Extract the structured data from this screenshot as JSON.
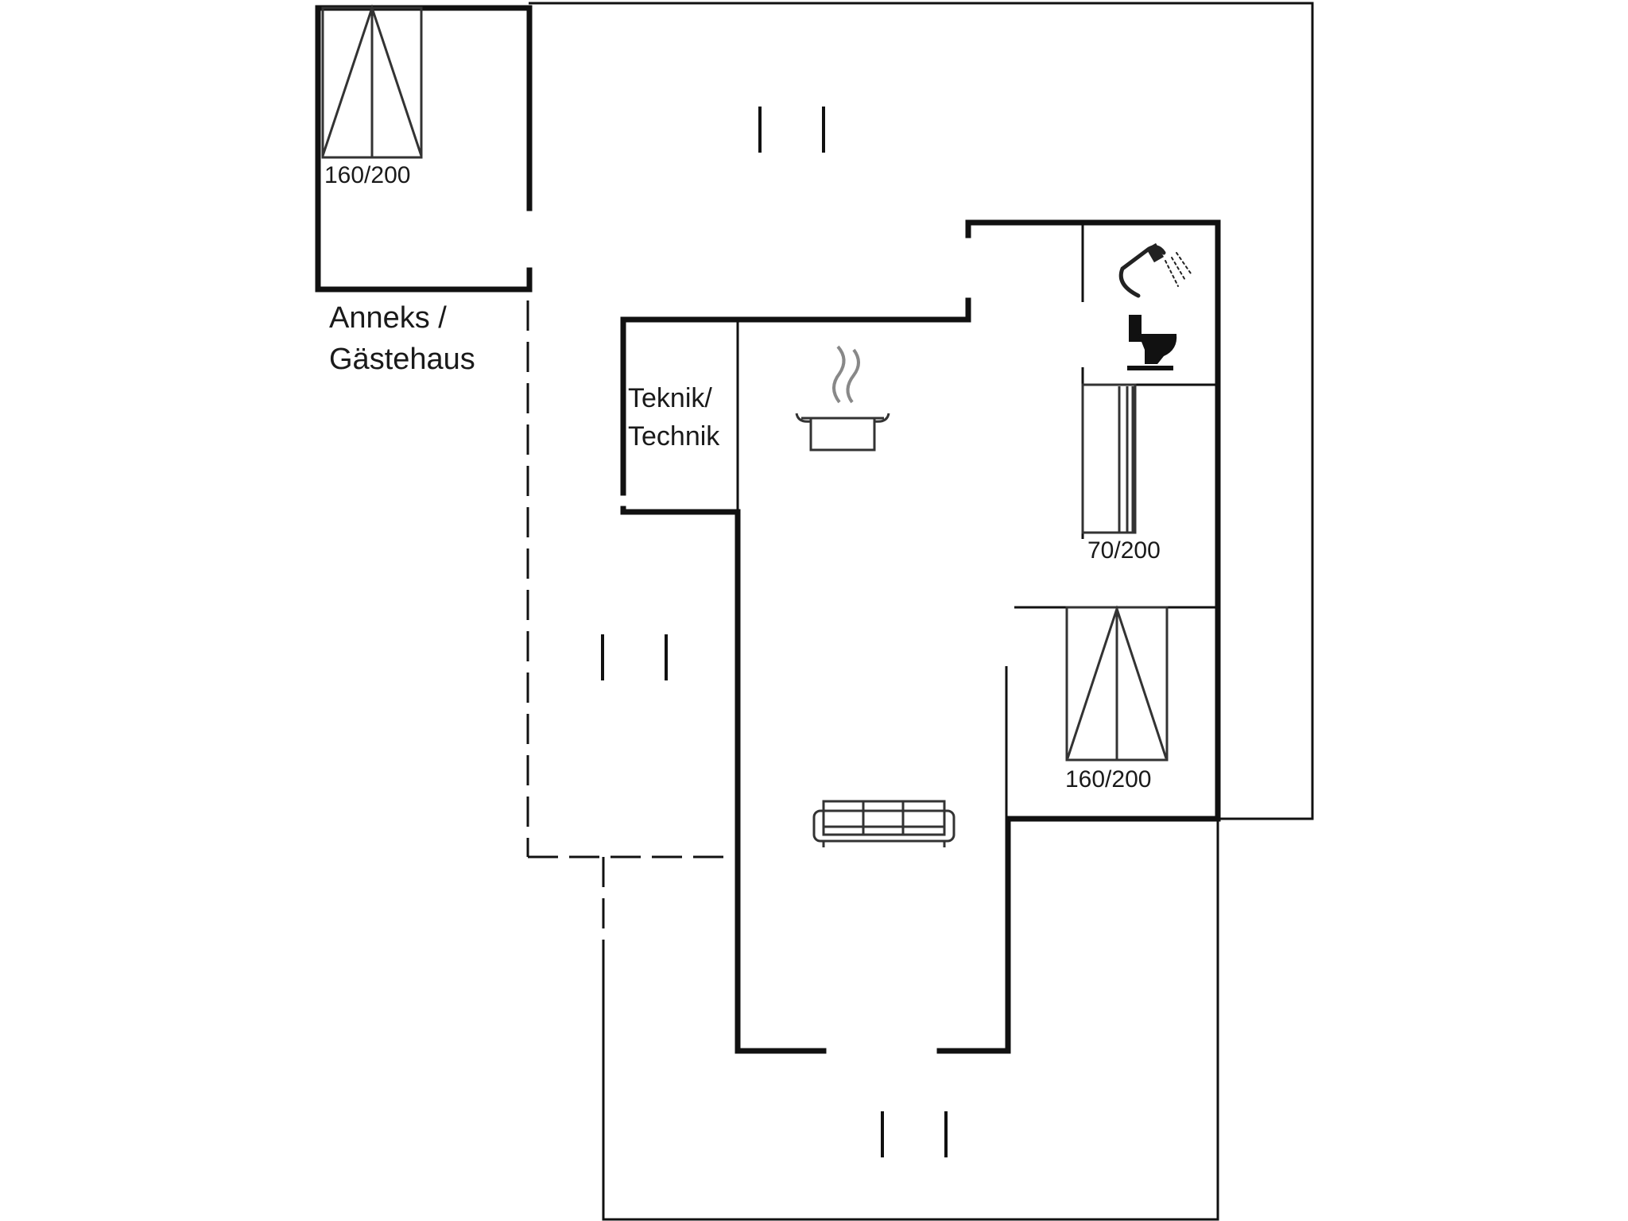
{
  "plan": {
    "colors": {
      "wall": "#111111",
      "background": "#ffffff",
      "furniture": "#333333"
    },
    "rooms": {
      "annex": {
        "line1": "Anneks /",
        "line2": "Gästehaus"
      },
      "technic": {
        "line1": "Teknik/",
        "line2": "Technik"
      }
    },
    "beds": {
      "annex_bed": "160/200",
      "single_bed": "70/200",
      "double_bed": "160/200"
    },
    "icons": [
      "shower-icon",
      "toilet-icon",
      "cooking-pot-icon",
      "sofa-icon",
      "double-bed-icon",
      "single-bed-icon"
    ]
  }
}
